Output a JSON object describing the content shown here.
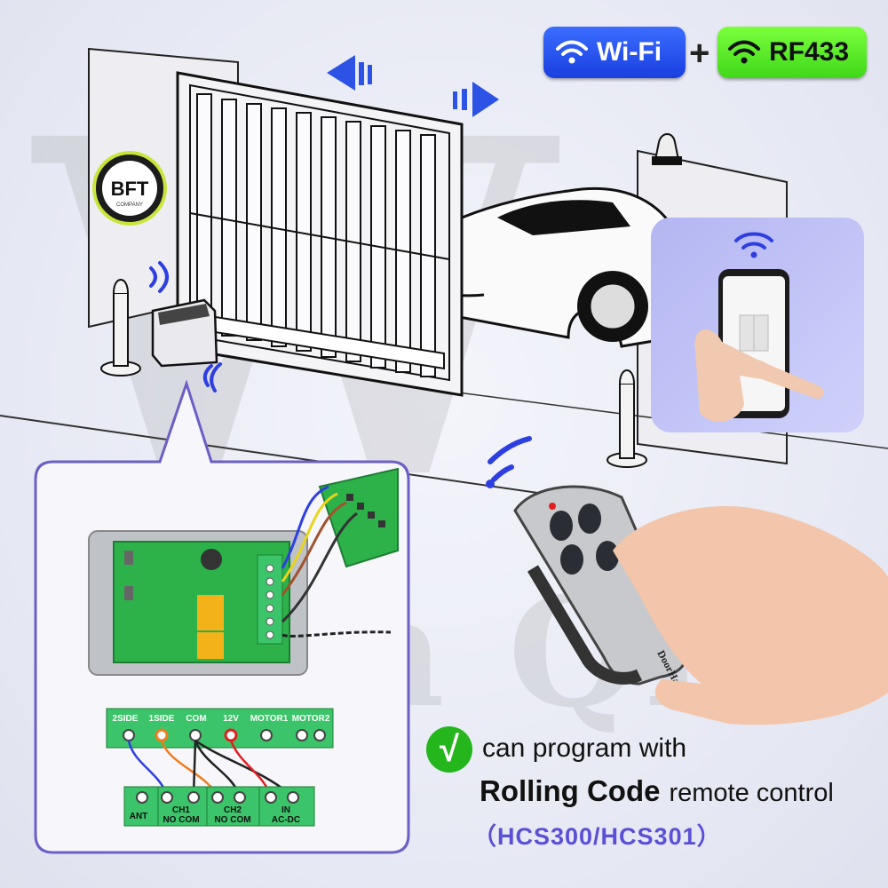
{
  "badges": {
    "wifi_label": "Wi-Fi",
    "plus": "+",
    "rf_label": "RF433",
    "wifi_color": "#1a3fe0",
    "rf_color": "#3fd81a"
  },
  "logo": {
    "main": "BFT",
    "sub": "COMPANY"
  },
  "remote": {
    "brand": "DoorHan"
  },
  "terminals_top": [
    "2SIDE",
    "1SIDE",
    "COM",
    "12V",
    "MOTOR1",
    "MOTOR2"
  ],
  "terminals_bottom": {
    "ant": "ANT",
    "ch1": "CH1",
    "ch1_sub": "NO  COM",
    "ch2": "CH2",
    "ch2_sub": "NO  COM",
    "in": "IN",
    "in_sub": "AC-DC"
  },
  "feature": {
    "check": "√",
    "line1": "can program with",
    "line2_bold": "Rolling Code",
    "line2_rest": "remote control",
    "line3": "（HCS300/HCS301）"
  },
  "watermark": {
    "mark": "W",
    "text": "Wen Qia"
  },
  "icons": [
    "wifi-icon",
    "signal-icon",
    "check-icon",
    "rf-wave-icon"
  ],
  "colors": {
    "accent_blue": "#2d3fe0",
    "board_green": "#2db24a",
    "terminal_green": "#3cc46a",
    "callout_border": "#6b5fc6",
    "phone_panel": "#c4c6f7",
    "model_text": "#5a4fd6"
  }
}
